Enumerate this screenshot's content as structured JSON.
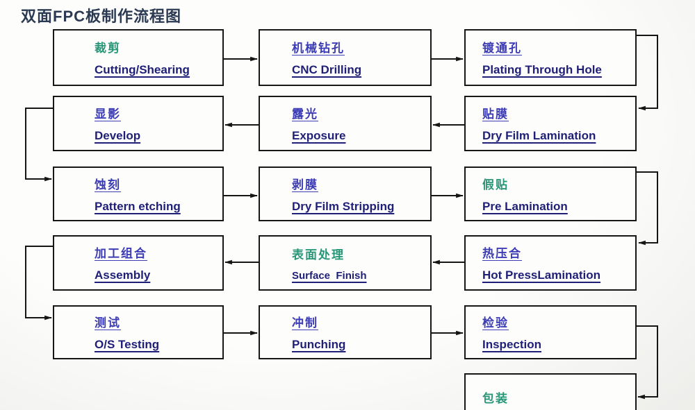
{
  "title": "双面FPC板制作流程图",
  "colors": {
    "title_navy": "#2b3a52",
    "chinese_blue": "#3c3cb4",
    "chinese_teal": "#2a9678",
    "english_navy": "#1f1f78",
    "box_border": "#161616",
    "arrow": "#151515"
  },
  "boxes": [
    {
      "id": "cutting",
      "cn": "裁剪",
      "en": "Cutting/Shearing",
      "cn_style": "teal"
    },
    {
      "id": "cnc-drilling",
      "cn": "机械钻孔",
      "en": "CNC Drilling",
      "cn_style": "blue"
    },
    {
      "id": "plating-through-hole",
      "cn": "镀通孔",
      "en": "Plating Through Hole",
      "cn_style": "blue"
    },
    {
      "id": "develop",
      "cn": "显影",
      "en": "Develop",
      "cn_style": "blue"
    },
    {
      "id": "exposure",
      "cn": "露光",
      "en": "Exposure",
      "cn_style": "blue"
    },
    {
      "id": "dry-film-lamination",
      "cn": "贴膜",
      "en": "Dry Film Lamination",
      "cn_style": "blue"
    },
    {
      "id": "pattern-etching",
      "cn": "蚀刻",
      "en": "Pattern etching",
      "cn_style": "blue"
    },
    {
      "id": "dry-film-stripping",
      "cn": "剥膜",
      "en": "Dry Film Stripping",
      "cn_style": "blue"
    },
    {
      "id": "pre-lamination",
      "cn": "假贴",
      "en": "Pre Lamination",
      "cn_style": "teal"
    },
    {
      "id": "assembly",
      "cn": "加工组合",
      "en": "Assembly",
      "cn_style": "blue"
    },
    {
      "id": "surface-finish",
      "cn": "表面处理",
      "en": "Surface  Finish",
      "cn_style": "teal"
    },
    {
      "id": "hot-press-lamination",
      "cn": "热压合",
      "en": "Hot PressLamination",
      "cn_style": "blue"
    },
    {
      "id": "os-testing",
      "cn": "测试",
      "en": "O/S Testing",
      "cn_style": "blue"
    },
    {
      "id": "punching",
      "cn": "冲制",
      "en": "Punching",
      "cn_style": "blue"
    },
    {
      "id": "inspection",
      "cn": "检验",
      "en": "Inspection",
      "cn_style": "blue"
    },
    {
      "id": "packing",
      "cn": "包装",
      "cn_style": "teal"
    }
  ],
  "connections": [
    {
      "from": "cutting",
      "to": "cnc-drilling"
    },
    {
      "from": "cnc-drilling",
      "to": "plating-through-hole"
    },
    {
      "from": "plating-through-hole",
      "to": "dry-film-lamination"
    },
    {
      "from": "dry-film-lamination",
      "to": "exposure"
    },
    {
      "from": "exposure",
      "to": "develop"
    },
    {
      "from": "develop",
      "to": "pattern-etching"
    },
    {
      "from": "pattern-etching",
      "to": "dry-film-stripping"
    },
    {
      "from": "dry-film-stripping",
      "to": "pre-lamination"
    },
    {
      "from": "pre-lamination",
      "to": "hot-press-lamination"
    },
    {
      "from": "hot-press-lamination",
      "to": "surface-finish"
    },
    {
      "from": "surface-finish",
      "to": "assembly"
    },
    {
      "from": "assembly",
      "to": "os-testing"
    },
    {
      "from": "os-testing",
      "to": "punching"
    },
    {
      "from": "punching",
      "to": "inspection"
    },
    {
      "from": "inspection",
      "to": "packing"
    }
  ]
}
